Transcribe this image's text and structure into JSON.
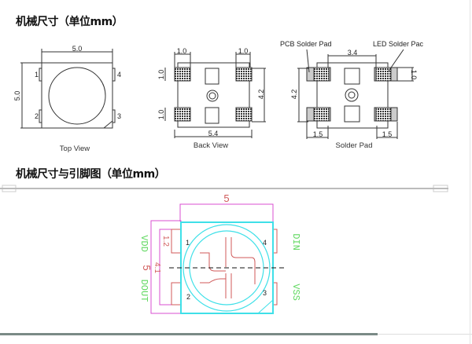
{
  "section1": {
    "title": "机械尺寸（单位mm）",
    "top_view": {
      "caption": "Top View",
      "width_dim": "5.0",
      "height_dim": "5.0",
      "pins": [
        "1",
        "2",
        "3",
        "4"
      ]
    },
    "back_view": {
      "caption": "Back View",
      "pad_width_left": "1.0",
      "pad_width_right": "1.0",
      "pad_height_top": "1.0",
      "pad_height_bottom": "1.0",
      "pitch": "4.2",
      "length": "5.4"
    },
    "solder_pad": {
      "caption": "Solder Pad",
      "pcb_label": "PCB Solder Pad",
      "led_label": "LED Solder Pac",
      "inner_span": "3.4",
      "pitch": "4.2",
      "pad_height": "1.0",
      "pad_len_left": "1.5",
      "pad_len_right": "1.5"
    }
  },
  "section2": {
    "title": "机械尺寸与引脚图（单位mm）",
    "width_dim": "5",
    "height_dim": "5",
    "inner_dim": "4.1",
    "pad_dim": "1.2",
    "pins": {
      "p1": "1",
      "p2": "2",
      "p3": "3",
      "p4": "4"
    },
    "pin_names": {
      "vdd": "VDD",
      "dout": "DOUT",
      "din": "DIN",
      "vss": "VSS"
    },
    "colors": {
      "body": "#3fe0e8",
      "dim": "#d94fd0",
      "pad": "#d05a5a",
      "label": "#5fd85f"
    }
  }
}
